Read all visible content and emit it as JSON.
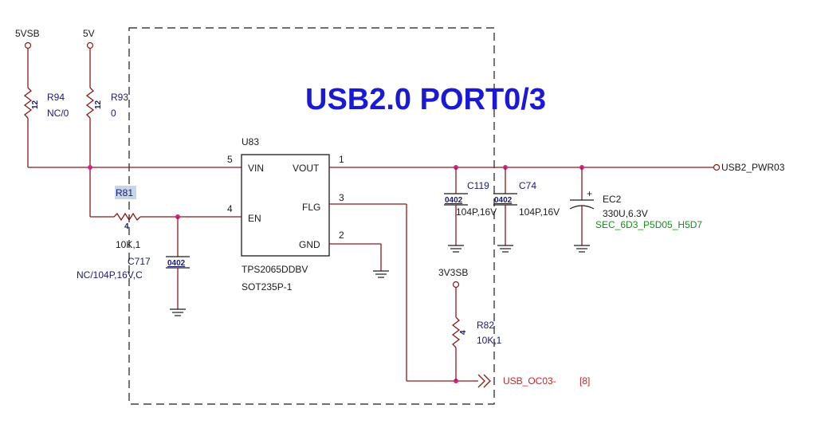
{
  "title": "USB2.0 PORT0/3",
  "rails": {
    "v5sb": "5VSB",
    "v5": "5V",
    "v3v3sb": "3V3SB"
  },
  "resistors": {
    "r94": {
      "ref": "R94",
      "value": "NC/0",
      "code": "12"
    },
    "r93": {
      "ref": "R93",
      "value": "0",
      "code": "12"
    },
    "r81": {
      "ref": "R81",
      "value": "10K,1",
      "code": "4"
    },
    "r82": {
      "ref": "R82",
      "value": "10K,1",
      "code": "4"
    }
  },
  "capacitors": {
    "c717": {
      "ref": "C717",
      "value": "NC/104P,16V,C",
      "pkg": "0402"
    },
    "c119": {
      "ref": "C119",
      "value": "104P,16V",
      "pkg": "0402"
    },
    "c74": {
      "ref": "C74",
      "value": "104P,16V",
      "pkg": "0402"
    },
    "ec2": {
      "ref": "EC2",
      "value": "330U,6.3V",
      "footprint": "SEC_6D3_P5D05_H5D7",
      "plus": "+"
    }
  },
  "ic": {
    "ref": "U83",
    "part": "TPS2065DDBV",
    "package": "SOT235P-1",
    "pins": {
      "vin": {
        "name": "VIN",
        "num": "5"
      },
      "en": {
        "name": "EN",
        "num": "4"
      },
      "vout": {
        "name": "VOUT",
        "num": "1"
      },
      "flg": {
        "name": "FLG",
        "num": "3"
      },
      "gnd": {
        "name": "GND",
        "num": "2"
      }
    }
  },
  "nets": {
    "pwr_out": "USB2_PWR03",
    "oc": "USB_OC03-",
    "oc_ref": "[8]"
  },
  "colors": {
    "wire": "#8b1a1a",
    "junction": "#d6228a",
    "title": "#1a1ad6",
    "net": "#cc2222",
    "footprint": "#1a8a1a"
  }
}
